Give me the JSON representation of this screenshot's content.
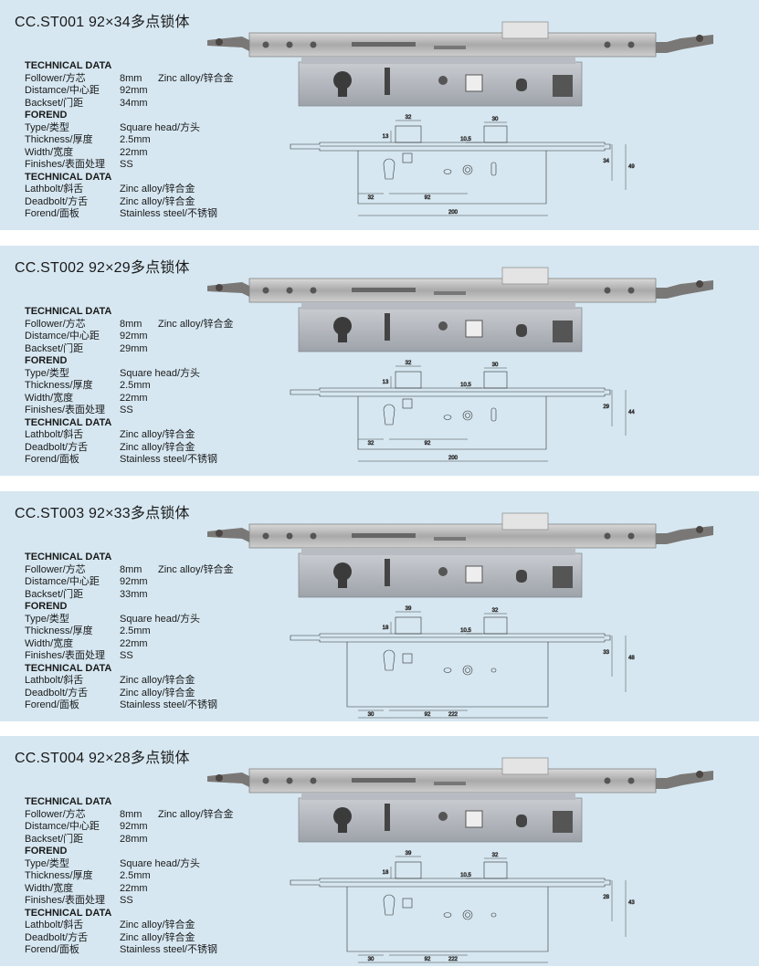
{
  "products": [
    {
      "title": "CC.ST001   92×34多点锁体",
      "specs": [
        {
          "label": "TECHNICAL DATA",
          "heading": true
        },
        {
          "label": "Follower/方芯",
          "value": "8mm",
          "extra": "Zinc alloy/锌合金"
        },
        {
          "label": "Distamce/中心距",
          "value": "92mm"
        },
        {
          "label": "Backset/门距",
          "value": "34mm"
        },
        {
          "label": "FOREND",
          "heading": true
        },
        {
          "label": "Type/类型",
          "value": "Square head/方头"
        },
        {
          "label": "Thickness/厚度",
          "value": "2.5mm"
        },
        {
          "label": "Width/宽度",
          "value": "22mm"
        },
        {
          "label": "Finishes/表面处理",
          "value": "SS"
        },
        {
          "label": "TECHNICAL DATA",
          "heading": true
        },
        {
          "label": "Lathbolt/斜舌",
          "value": "Zinc alloy/锌合金"
        },
        {
          "label": "Deadbolt/方舌",
          "value": "Zinc alloy/锌合金"
        },
        {
          "label": "Forend/面板",
          "value": "Stainless steel/不锈钢"
        }
      ],
      "dims": {
        "latch_w": "32",
        "bolt_w": "30",
        "top_h": "13",
        "mid": "10.5",
        "backset": "34",
        "overall_h": "49",
        "left": "32",
        "centre": "92",
        "total": "200"
      }
    },
    {
      "title": "CC.ST002   92×29多点锁体",
      "specs": [
        {
          "label": "TECHNICAL DATA",
          "heading": true
        },
        {
          "label": "Follower/方芯",
          "value": "8mm",
          "extra": "Zinc alloy/锌合金"
        },
        {
          "label": "Distamce/中心距",
          "value": "92mm"
        },
        {
          "label": "Backset/门距",
          "value": "29mm"
        },
        {
          "label": "FOREND",
          "heading": true
        },
        {
          "label": "Type/类型",
          "value": "Square head/方头"
        },
        {
          "label": "Thickness/厚度",
          "value": "2.5mm"
        },
        {
          "label": "Width/宽度",
          "value": "22mm"
        },
        {
          "label": "Finishes/表面处理",
          "value": "SS"
        },
        {
          "label": "TECHNICAL DATA",
          "heading": true
        },
        {
          "label": "Lathbolt/斜舌",
          "value": "Zinc alloy/锌合金"
        },
        {
          "label": "Deadbolt/方舌",
          "value": "Zinc alloy/锌合金"
        },
        {
          "label": "Forend/面板",
          "value": "Stainless steel/不锈钢"
        }
      ],
      "dims": {
        "latch_w": "32",
        "bolt_w": "30",
        "top_h": "13",
        "mid": "10.5",
        "backset": "29",
        "overall_h": "44",
        "left": "32",
        "centre": "92",
        "total": "200"
      }
    },
    {
      "title": "CC.ST003   92×33多点锁体",
      "specs": [
        {
          "label": "TECHNICAL DATA",
          "heading": true
        },
        {
          "label": "Follower/方芯",
          "value": "8mm",
          "extra": "Zinc alloy/锌合金"
        },
        {
          "label": "Distamce/中心距",
          "value": "92mm"
        },
        {
          "label": "Backset/门距",
          "value": "33mm"
        },
        {
          "label": "FOREND",
          "heading": true
        },
        {
          "label": "Type/类型",
          "value": "Square head/方头"
        },
        {
          "label": "Thickness/厚度",
          "value": "2.5mm"
        },
        {
          "label": "Width/宽度",
          "value": "22mm"
        },
        {
          "label": "Finishes/表面处理",
          "value": "SS"
        },
        {
          "label": "TECHNICAL DATA",
          "heading": true
        },
        {
          "label": "Lathbolt/斜舌",
          "value": "Zinc alloy/锌合金"
        },
        {
          "label": "Deadbolt/方舌",
          "value": "Zinc alloy/锌合金"
        },
        {
          "label": "Forend/面板",
          "value": "Stainless steel/不锈钢"
        }
      ],
      "dims": {
        "latch_w": "39",
        "bolt_w": "32",
        "top_h": "18",
        "mid": "10.5",
        "backset": "33",
        "overall_h": "48",
        "left": "30",
        "centre": "92",
        "total": "222"
      }
    },
    {
      "title": "CC.ST004   92×28多点锁体",
      "specs": [
        {
          "label": "TECHNICAL DATA",
          "heading": true
        },
        {
          "label": "Follower/方芯",
          "value": "8mm",
          "extra": "Zinc alloy/锌合金"
        },
        {
          "label": "Distamce/中心距",
          "value": "92mm"
        },
        {
          "label": "Backset/门距",
          "value": "28mm"
        },
        {
          "label": "FOREND",
          "heading": true
        },
        {
          "label": "Type/类型",
          "value": "Square head/方头"
        },
        {
          "label": "Thickness/厚度",
          "value": "2.5mm"
        },
        {
          "label": "Width/宽度",
          "value": "22mm"
        },
        {
          "label": "Finishes/表面处理",
          "value": "SS"
        },
        {
          "label": "TECHNICAL DATA",
          "heading": true
        },
        {
          "label": "Lathbolt/斜舌",
          "value": "Zinc alloy/锌合金"
        },
        {
          "label": "Deadbolt/方舌",
          "value": "Zinc alloy/锌合金"
        },
        {
          "label": "Forend/面板",
          "value": "Stainless steel/不锈钢"
        }
      ],
      "dims": {
        "latch_w": "39",
        "bolt_w": "32",
        "top_h": "18",
        "mid": "10.5",
        "backset": "28",
        "overall_h": "43",
        "left": "30",
        "centre": "92",
        "total": "222"
      }
    }
  ]
}
